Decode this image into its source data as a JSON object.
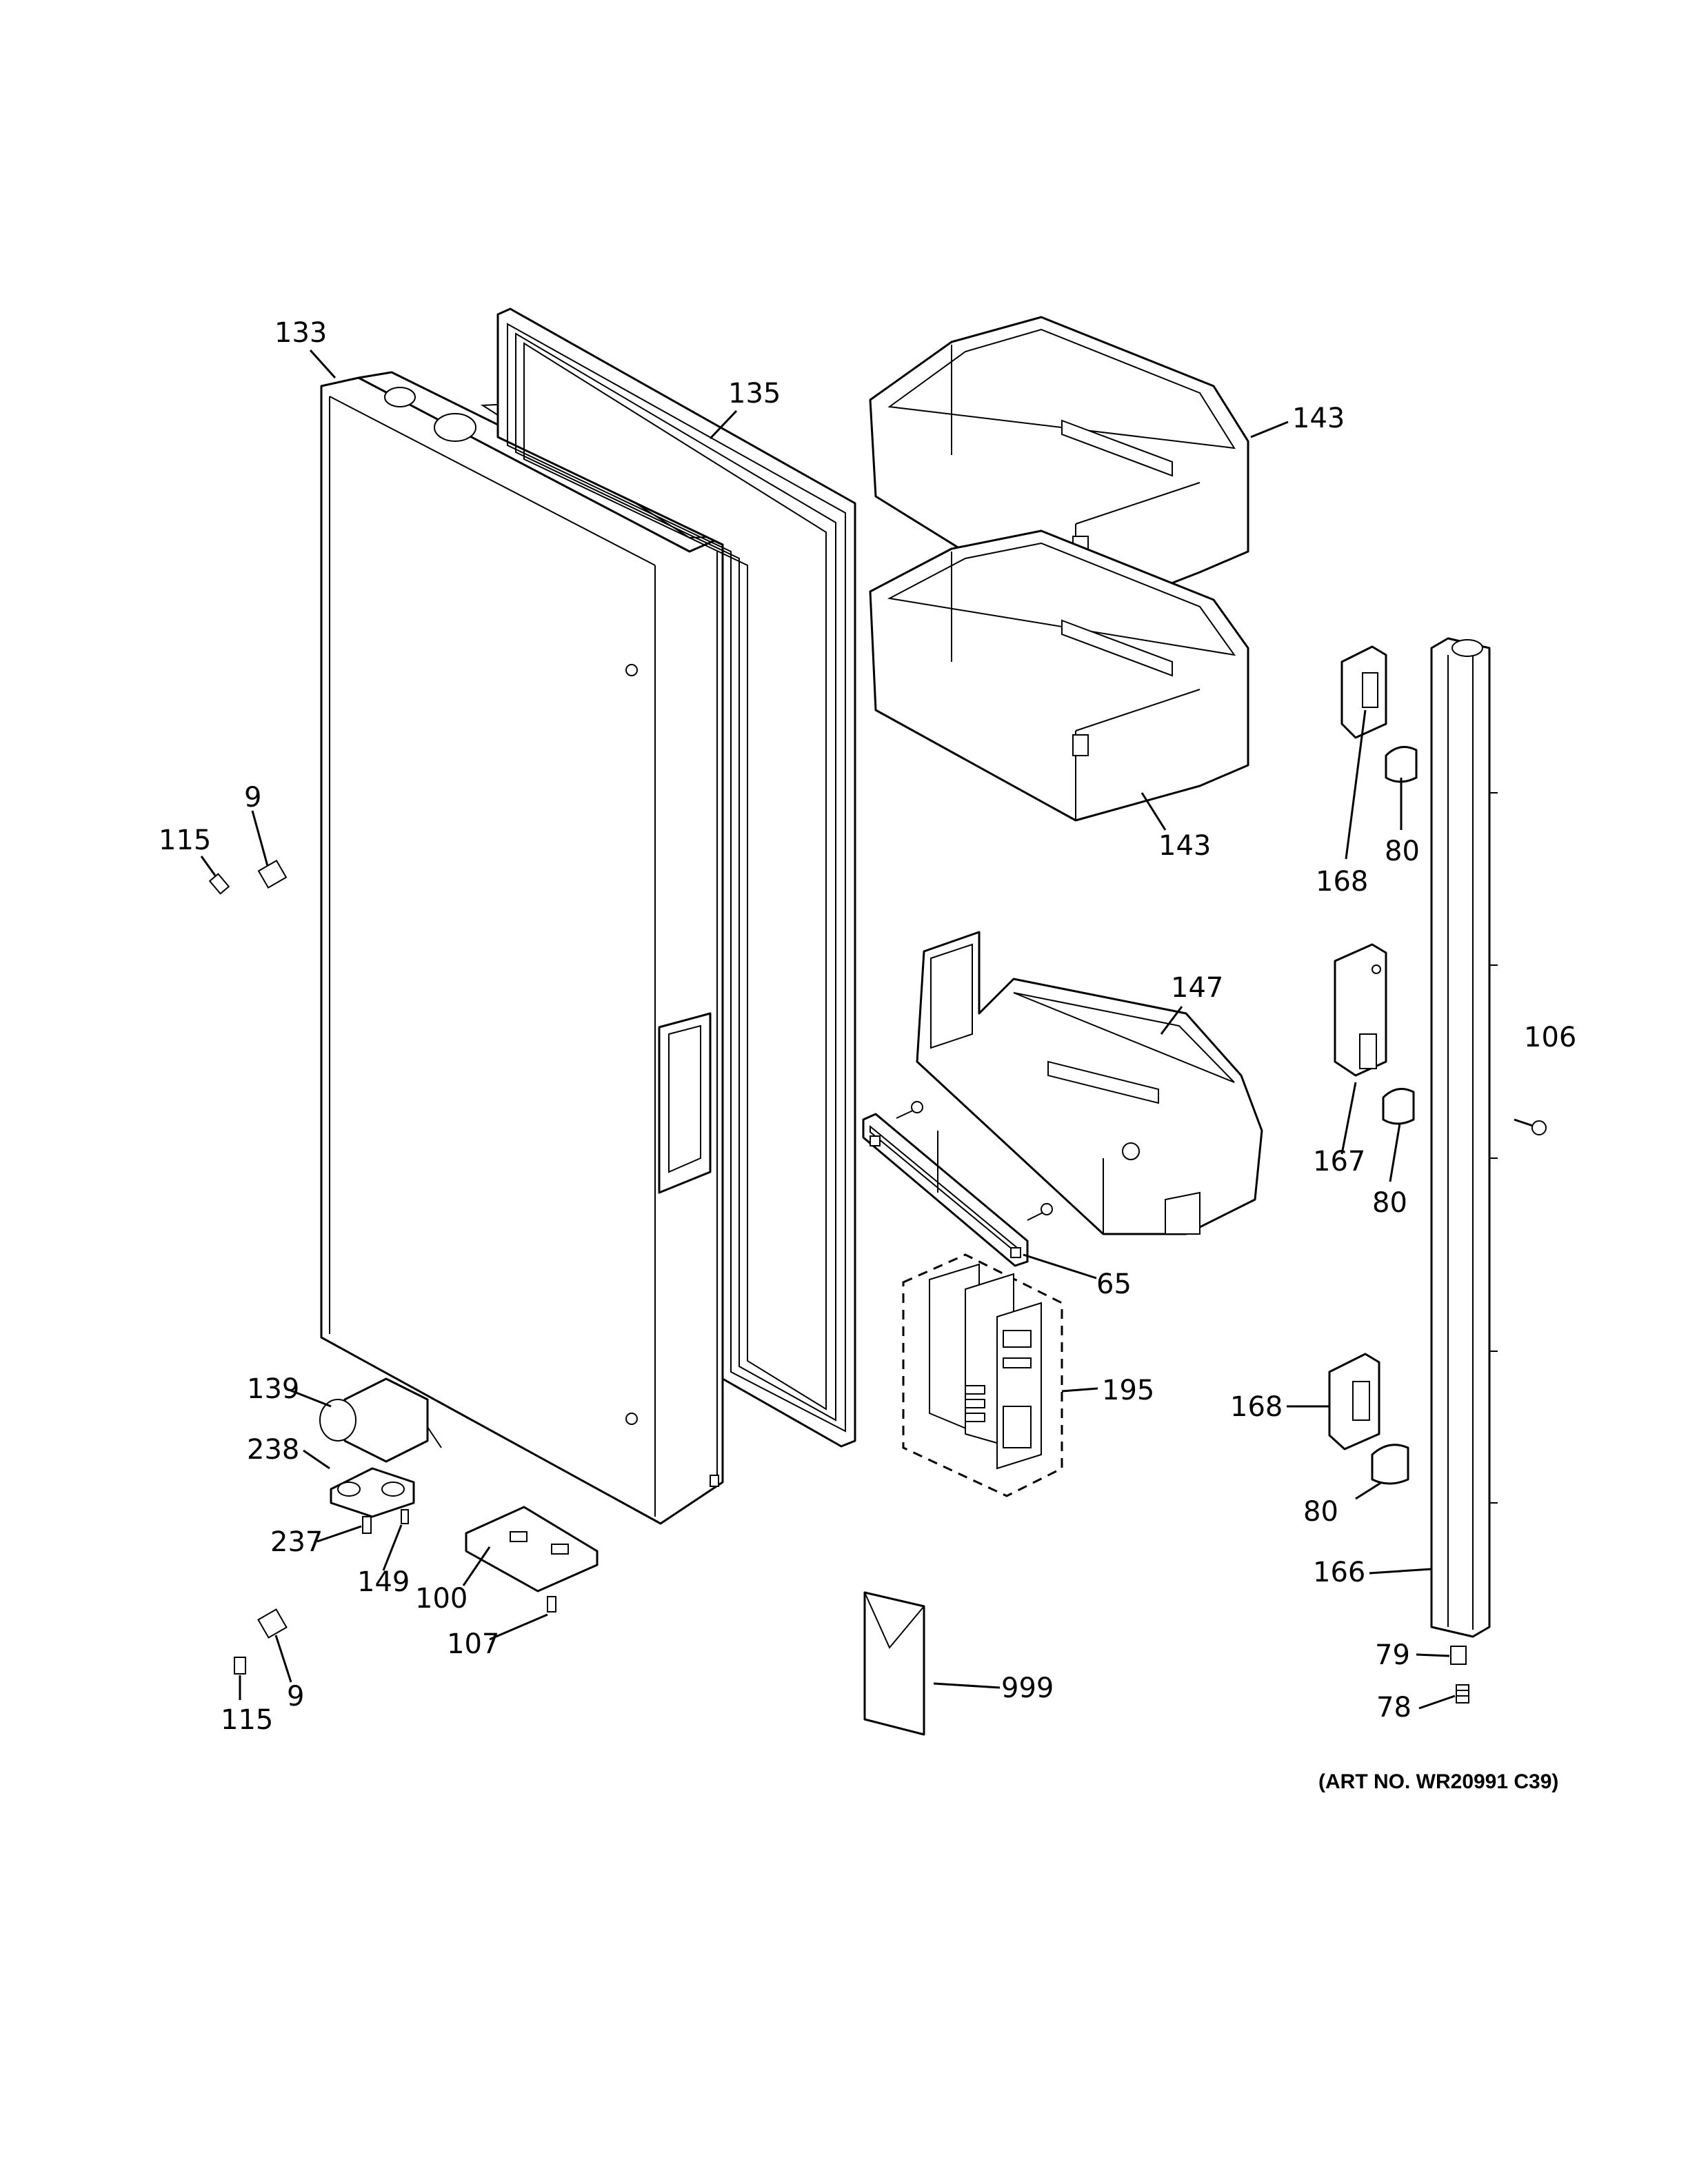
{
  "callouts": {
    "c133": "133",
    "c135": "135",
    "c143a": "143",
    "c143b": "143",
    "c147": "147",
    "c65": "65",
    "c195": "195",
    "c168a": "168",
    "c80a": "80",
    "c167": "167",
    "c80b": "80",
    "c106": "106",
    "c168b": "168",
    "c80c": "80",
    "c166": "166",
    "c79": "79",
    "c78": "78",
    "c9a": "9",
    "c115a": "115",
    "c139": "139",
    "c238": "238",
    "c237": "237",
    "c149": "149",
    "c100": "100",
    "c107": "107",
    "c9b": "9",
    "c115b": "115",
    "c999": "999"
  },
  "art_number": "(ART NO. WR20991 C39)"
}
